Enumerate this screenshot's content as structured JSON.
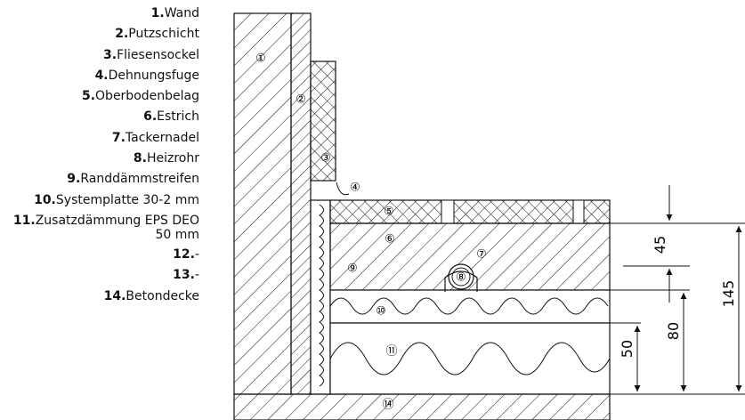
{
  "legend": [
    {
      "num": "1.",
      "label": "Wand"
    },
    {
      "num": "2.",
      "label": "Putzschicht"
    },
    {
      "num": "3.",
      "label": "Fliesensockel"
    },
    {
      "num": "4.",
      "label": "Dehnungsfuge"
    },
    {
      "num": "5.",
      "label": "Oberbodenbelag"
    },
    {
      "num": "6.",
      "label": "Estrich"
    },
    {
      "num": "7.",
      "label": "Tackernadel"
    },
    {
      "num": "8.",
      "label": "Heizrohr"
    },
    {
      "num": "9.",
      "label": "Randdämmstreifen"
    },
    {
      "num": "10.",
      "label": "Systemplatte 30-2 mm"
    },
    {
      "num": "11.",
      "label": "Zusatzdämmung EPS DEO 50 mm"
    },
    {
      "num": "12.",
      "label": "-"
    },
    {
      "num": "13.",
      "label": "-"
    },
    {
      "num": "14.",
      "label": "Betondecke"
    }
  ],
  "markers": [
    "①",
    "②",
    "③",
    "④",
    "⑤",
    "⑥",
    "⑦",
    "⑧",
    "⑨",
    "⑩",
    "⑪",
    "⑭"
  ],
  "dimensions": {
    "d45": "45",
    "d80": "80",
    "d50": "50",
    "d145": "145"
  },
  "colors": {
    "line": "#111111",
    "background": "#ffffff"
  }
}
